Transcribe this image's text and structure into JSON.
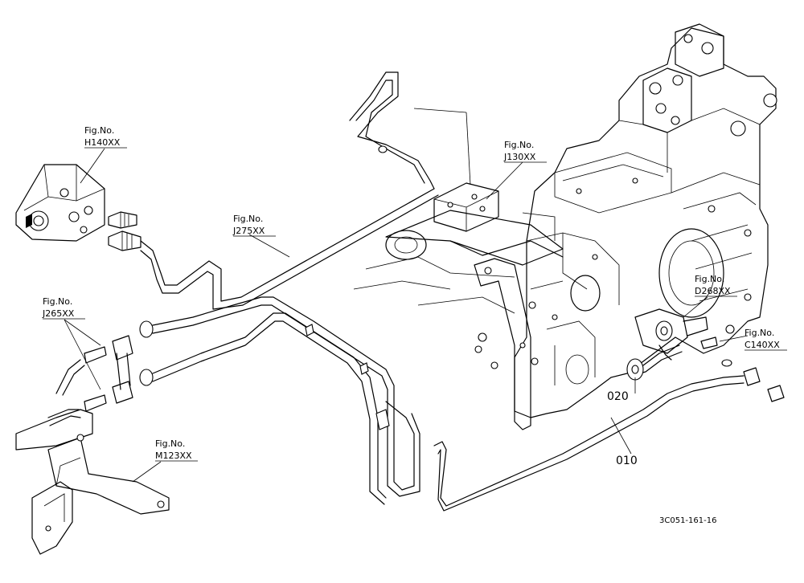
{
  "refs": [
    {
      "id": "h140",
      "caption": "Fig.No.",
      "code": "H140XX"
    },
    {
      "id": "j275",
      "caption": "Fig.No.",
      "code": "J275XX"
    },
    {
      "id": "j130",
      "caption": "Fig.No.",
      "code": "J130XX"
    },
    {
      "id": "j265",
      "caption": "Fig.No.",
      "code": "J265XX"
    },
    {
      "id": "d268",
      "caption": "Fig.No.",
      "code": "D268XX"
    },
    {
      "id": "c140",
      "caption": "Fig.No.",
      "code": "C140XX"
    },
    {
      "id": "m123",
      "caption": "Fig.No.",
      "code": "M123XX"
    }
  ],
  "parts": [
    {
      "id": "p020",
      "number": "020"
    },
    {
      "id": "p010",
      "number": "010"
    }
  ],
  "drawing_code": "3C051-161-16"
}
